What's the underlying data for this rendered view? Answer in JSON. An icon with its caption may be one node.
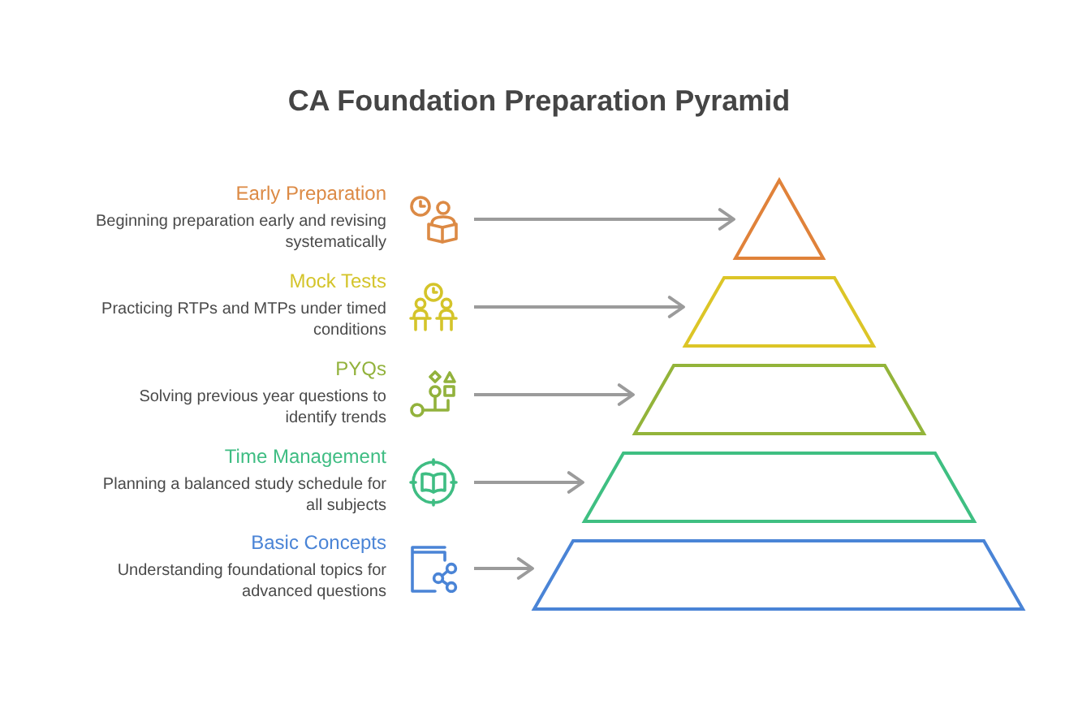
{
  "diagram": {
    "title": "CA Foundation Preparation Pyramid",
    "nodes": [
      {
        "text": [
          "Early Preparation",
          "Beginning preparation early and revising systematically"
        ]
      },
      {
        "text": [
          "Mock Tests",
          "Practicing RTPs and MTPs under timed conditions"
        ]
      },
      {
        "text": [
          "PYQs",
          "Solving previous year questions to identify trends"
        ]
      },
      {
        "text": [
          "Time Management",
          "Planning a balanced study schedule for all subjects"
        ]
      },
      {
        "text": [
          "Basic Concepts",
          "Understanding foundational topics for advanced questions"
        ]
      },
      {
        "text": [],
        "shape": "triangle"
      },
      {
        "text": [],
        "shape": "trapezoid"
      },
      {
        "text": [],
        "shape": "trapezoid"
      },
      {
        "text": [],
        "shape": "trapezoid"
      },
      {
        "text": [],
        "shape": "trapezoid"
      }
    ],
    "edges": [
      {
        "from": 0,
        "to": 5,
        "arrow": "to"
      },
      {
        "from": 1,
        "to": 6,
        "arrow": "to"
      },
      {
        "from": 2,
        "to": 7,
        "arrow": "to"
      },
      {
        "from": 3,
        "to": 8,
        "arrow": "to"
      },
      {
        "from": 4,
        "to": 9,
        "arrow": "to"
      }
    ]
  }
}
